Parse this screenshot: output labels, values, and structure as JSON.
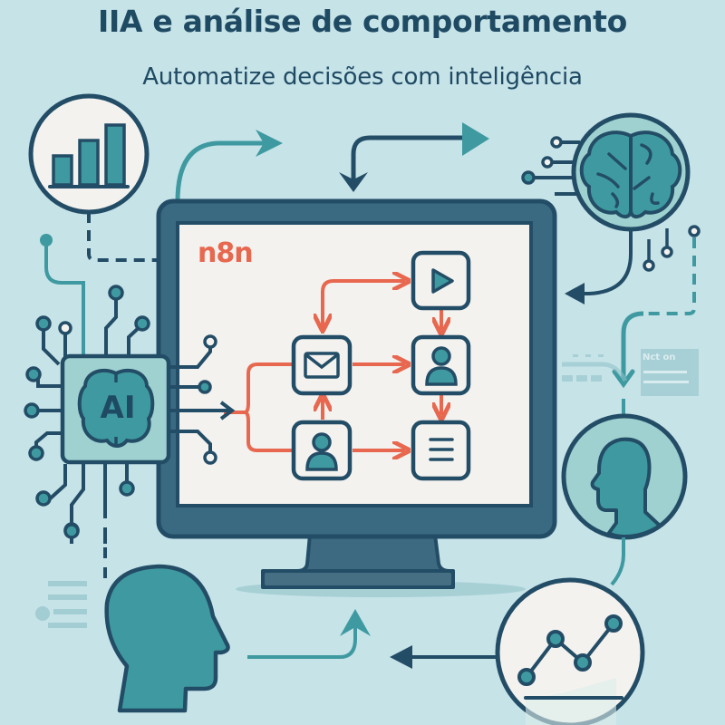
{
  "header": {
    "title": "IIA e análise de comportamento",
    "subtitle": "Automatize decisões com inteligência"
  },
  "monitor": {
    "brand_label": "n8n",
    "workflow_nodes": [
      {
        "id": "trigger",
        "icon": "play-icon"
      },
      {
        "id": "email",
        "icon": "envelope-icon"
      },
      {
        "id": "user-top",
        "icon": "user-icon"
      },
      {
        "id": "user-bottom",
        "icon": "user-icon"
      },
      {
        "id": "list",
        "icon": "menu-lines-icon"
      }
    ]
  },
  "ai_chip": {
    "label": "AI",
    "icon": "brain-chip-icon"
  },
  "side_card": {
    "text": "Nct on"
  },
  "icons": {
    "bar_chart": "bar-chart-icon",
    "brain": "brain-icon",
    "profile": "head-profile-icon",
    "line_chart": "line-chart-icon",
    "person_head": "person-head-icon"
  },
  "colors": {
    "background": "#c6e3e8",
    "navy": "#234d66",
    "teal": "#3e9aa0",
    "teal_light": "#9fd1d0",
    "coral": "#e8674f",
    "screen": "#f3f2ef"
  }
}
